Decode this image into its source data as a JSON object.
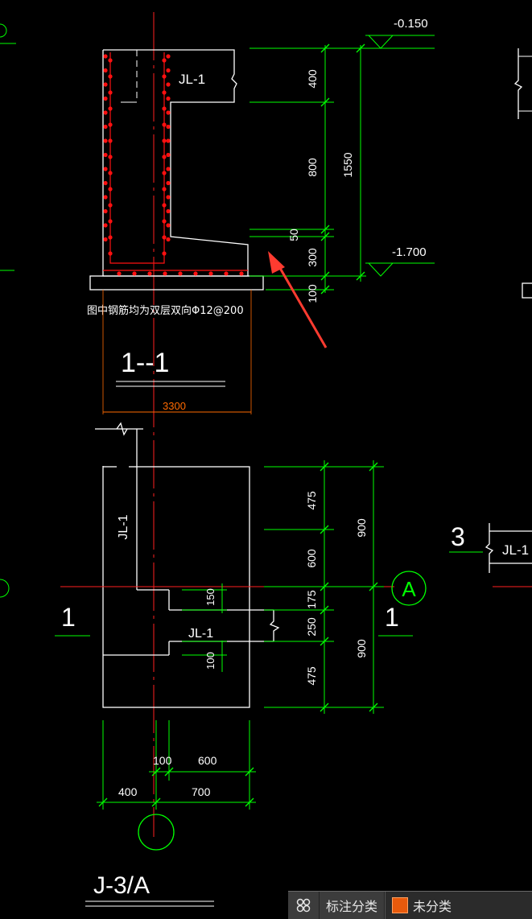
{
  "colors": {
    "background": "#000000",
    "outline": "#ffffff",
    "dimension": "#00ff00",
    "centerline": "#ff2020",
    "rebar": "#ff1010",
    "arrow": "#ff3b30",
    "orange_dim": "#ff6a00"
  },
  "section": {
    "beam_label_top": "JL-1",
    "rebar_note": "图中钢筋均为双层双向Φ12@200",
    "section_title": "1--1",
    "width_dim": "3300",
    "elev_top": "-0.150",
    "elev_bottom": "-1.700",
    "dims_right": [
      "400",
      "800",
      "50",
      "300",
      "100"
    ],
    "dim_total": "1550"
  },
  "plan": {
    "beam_label_vertical": "JL-1",
    "beam_label_horizontal": "JL-1",
    "dims_right": [
      "475",
      "600",
      "175",
      "250",
      "475"
    ],
    "dims_outer": [
      "900",
      "900"
    ],
    "dims_inner": [
      "150",
      "100"
    ],
    "dims_bottom_row1": [
      "100",
      "600"
    ],
    "dims_bottom_row2": [
      "400",
      "700"
    ],
    "section_mark_left": "1",
    "section_mark_right": "1",
    "axis_label": "A",
    "plan_title": "J-3/A"
  },
  "right_edge": {
    "section_mark": "3",
    "beam_label": "JL-1"
  },
  "status_bar": {
    "label": "标注分类",
    "category": "未分类",
    "swatch_color": "#e85a0c"
  }
}
